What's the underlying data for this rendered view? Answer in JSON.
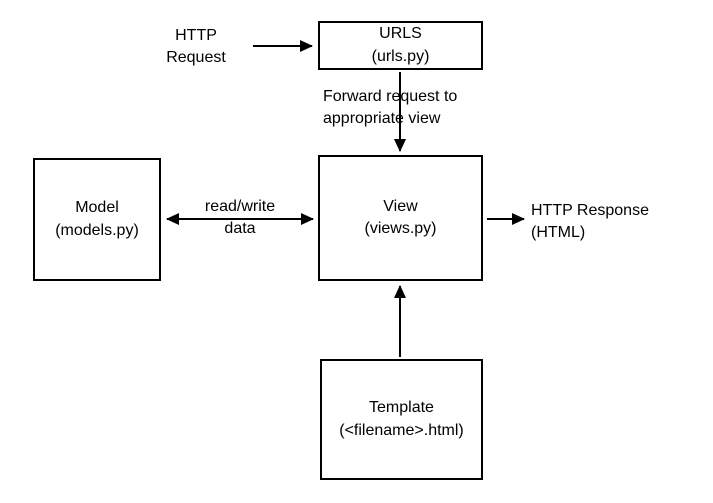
{
  "diagram": {
    "nodes": {
      "urls": {
        "title": "URLS",
        "subtitle": "(urls.py)"
      },
      "model": {
        "title": "Model",
        "subtitle": "(models.py)"
      },
      "view": {
        "title": "View",
        "subtitle": "(views.py)"
      },
      "template": {
        "title": "Template",
        "subtitle": "(<filename>.html)"
      }
    },
    "labels": {
      "http_request": "HTTP\nRequest",
      "forward_request": "Forward request to\nappropriate view",
      "read_write": "read/write\ndata",
      "http_response": "HTTP Response\n(HTML)"
    }
  }
}
